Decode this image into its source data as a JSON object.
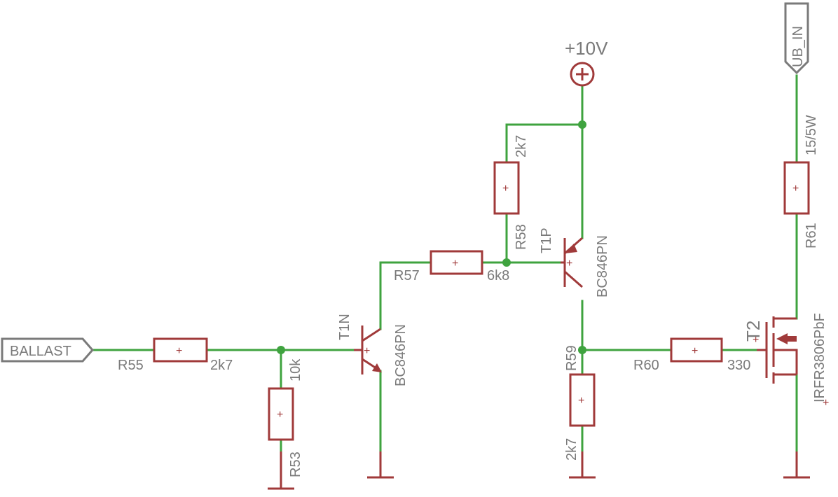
{
  "ports": {
    "ballast": "BALLAST",
    "ub_in": "UB_IN"
  },
  "supply": {
    "label": "+10V"
  },
  "components": {
    "r55": {
      "name": "R55",
      "value": "2k7"
    },
    "r53": {
      "name": "R53",
      "value": "10k"
    },
    "r57": {
      "name": "R57",
      "value": "6k8"
    },
    "r58": {
      "name": "R58",
      "value": "2k7"
    },
    "r59": {
      "name": "R59",
      "value": "2k7"
    },
    "r60": {
      "name": "R60",
      "value": "330"
    },
    "r61": {
      "name": "R61",
      "value": "15/5W"
    },
    "t1n": {
      "name": "T1N",
      "type": "BC846PN"
    },
    "t1p": {
      "name": "T1P",
      "type": "BC846PN"
    },
    "t2": {
      "name": "T2",
      "type": "IRFR3806PbF"
    }
  },
  "colors": {
    "wire": "#3fa33f",
    "component": "#a03a3a",
    "text": "#7a7a7a"
  }
}
